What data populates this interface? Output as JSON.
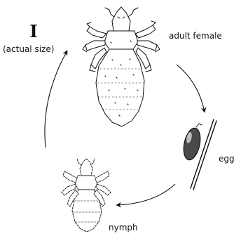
{
  "size_marker": "I",
  "size_caption": "(actual size)",
  "stages": {
    "adult": "adult female",
    "egg": "egg",
    "nymph": "nymph"
  },
  "colors": {
    "ink": "#111111",
    "egg_fill": "#4a4a4a",
    "background": "#ffffff"
  }
}
